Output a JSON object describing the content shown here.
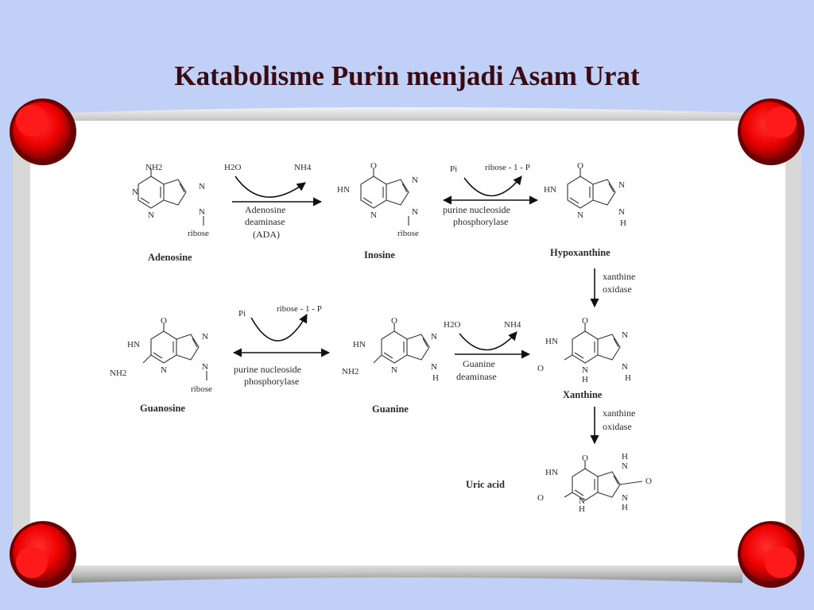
{
  "title": "Katabolisme Purin menjadi Asam Urat",
  "compounds": {
    "adenosine": "Adenosine",
    "inosine": "Inosine",
    "hypoxanthine": "Hypoxanthine",
    "xanthine": "Xanthine",
    "uric_acid": "Uric acid",
    "guanosine": "Guanosine",
    "guanine": "Guanine"
  },
  "reagents": {
    "h2o": "H2O",
    "nh4": "NH4",
    "pi": "Pi",
    "ribose_1_p": "ribose - 1 - P"
  },
  "enzymes": {
    "ada_line1": "Adenosine",
    "ada_line2": "deaminase",
    "ada_line3": "(ADA)",
    "pnp_line1": "purine nucleoside",
    "pnp_line2": "phosphorylase",
    "xo_line1": "xanthine",
    "xo_line2": "oxidase",
    "gd_line1": "Guanine",
    "gd_line2": "deaminase"
  },
  "atoms": {
    "n": "N",
    "h": "H",
    "hn": "HN",
    "o": "O",
    "nh2": "NH2",
    "ribose": "ribose"
  },
  "colors": {
    "background": "#c1d0f6",
    "title": "#3a0a12",
    "pin_red": "#ff0a0a",
    "pin_dark": "#7a0000"
  }
}
